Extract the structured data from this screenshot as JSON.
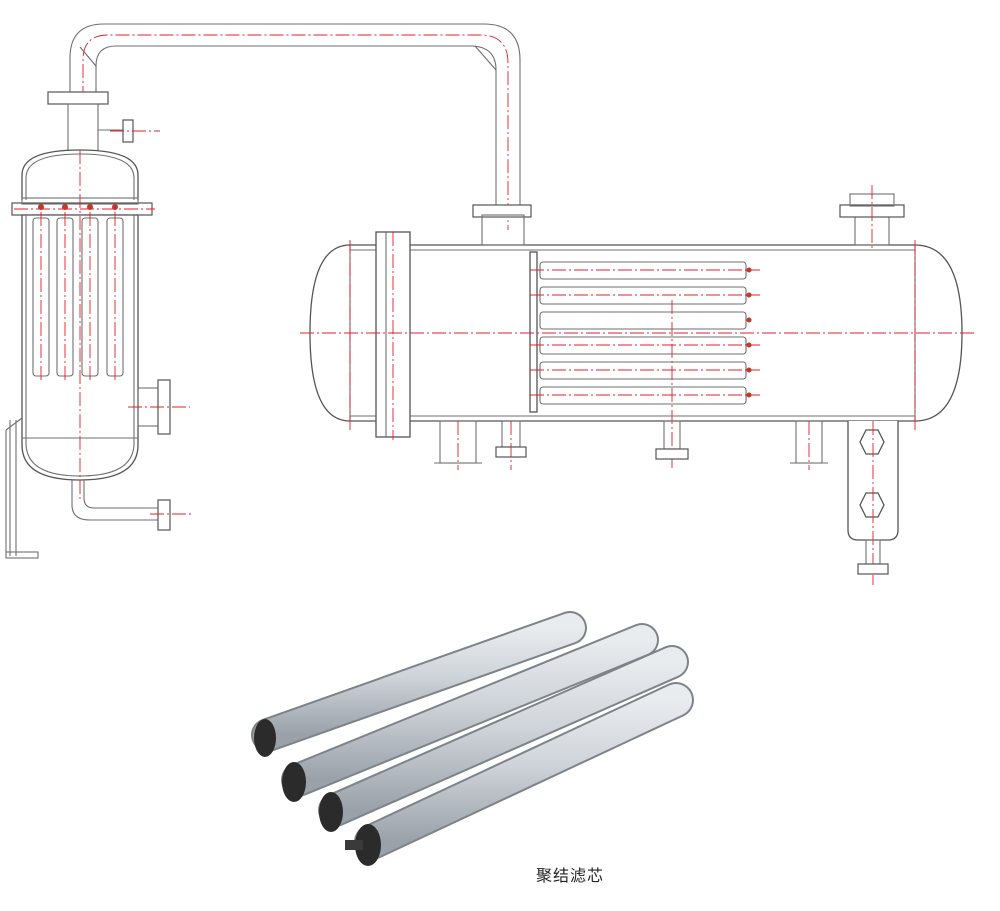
{
  "caption": "聚结滤芯",
  "colors": {
    "line": "#6f6f6f",
    "centerline": "#e0202a",
    "marker": "#c0392b",
    "cartridge": "#cfd4da"
  },
  "icons": [
    "vertical-separator-vessel",
    "horizontal-coalescer-vessel",
    "filter-cartridge-photo"
  ]
}
